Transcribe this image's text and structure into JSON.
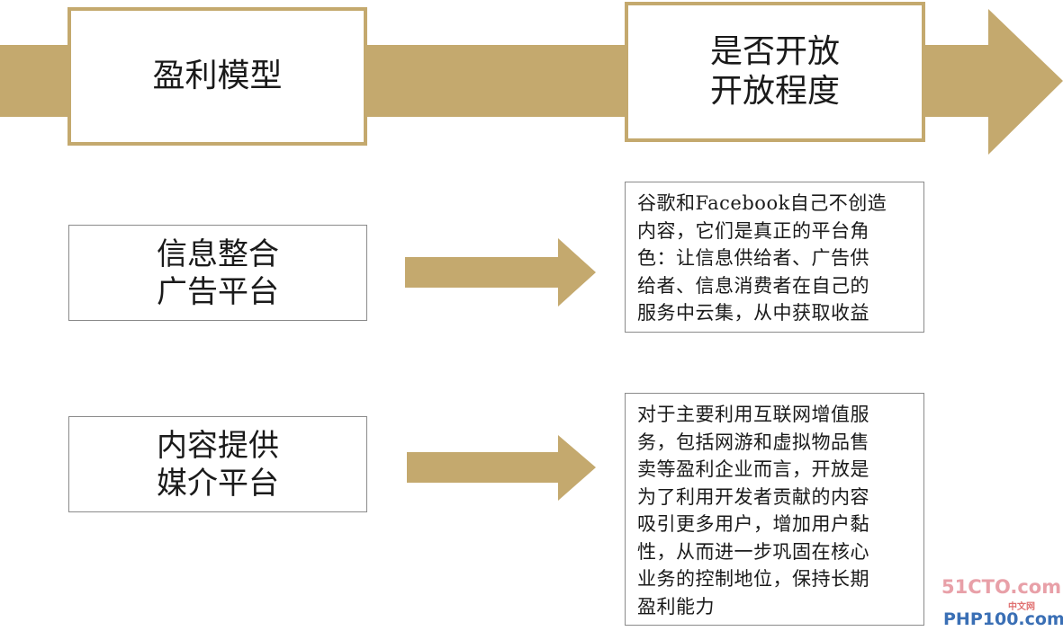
{
  "colors": {
    "arrow": "#c4a96e",
    "header_border": "#c4a96e",
    "box_border": "#8a8a8a"
  },
  "header": {
    "left_label": "盈利模型",
    "right_lines": [
      "是否开放",
      "开放程度"
    ]
  },
  "rows": [
    {
      "left_lines": [
        "信息整合",
        "广告平台"
      ],
      "desc_lines": [
        "谷歌和Facebook自己不创造",
        "内容，它们是真正的平台角",
        "色：让信息供给者、广告供",
        "给者、信息消费者在自己的",
        "服务中云集，从中获取收益"
      ]
    },
    {
      "left_lines": [
        "内容提供",
        "媒介平台"
      ],
      "desc_lines": [
        "对于主要利用互联网增值服",
        "务，包括网游和虚拟物品售",
        "卖等盈利企业而言，开放是",
        "为了利用开发者贡献的内容",
        "吸引更多用户，增加用户黏",
        "性，从而进一步巩固在核心",
        "业务的控制地位，保持长期",
        "盈利能力"
      ]
    }
  ],
  "watermark": {
    "site1": "51CTO.com",
    "site2": "PHP100.com",
    "site2_badge": "中文网"
  }
}
